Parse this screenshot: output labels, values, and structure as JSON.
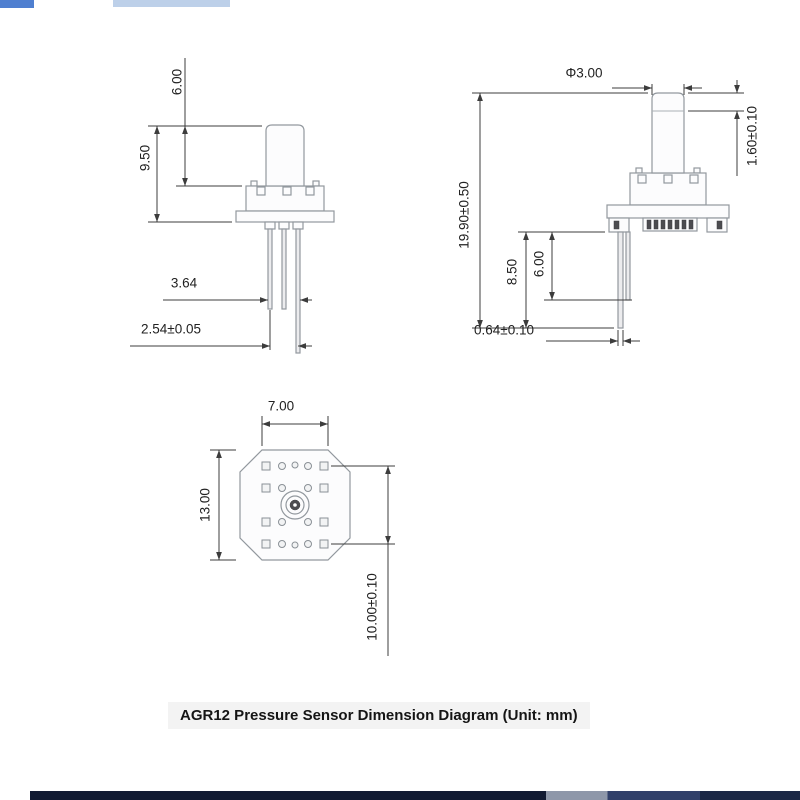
{
  "caption": {
    "text": "AGR12 Pressure Sensor Dimension Diagram (Unit: mm)"
  },
  "front_view": {
    "dim_cap_height": "6.00",
    "dim_upper_height": "9.50",
    "dim_pin_outer_width": "3.64",
    "dim_pin_pitch": "2.54±0.05"
  },
  "side_view": {
    "dim_port_diameter": "Φ3.00",
    "dim_port_step": "1.60±0.10",
    "dim_overall_height": "19.90±0.50",
    "dim_pin_length_long": "8.50",
    "dim_pin_length_short": "6.00",
    "dim_pin_thickness": "0.64±0.10"
  },
  "bottom_view": {
    "dim_cap_width": "7.00",
    "dim_body_width": "13.00",
    "dim_pad_span": "10.00±0.10"
  }
}
